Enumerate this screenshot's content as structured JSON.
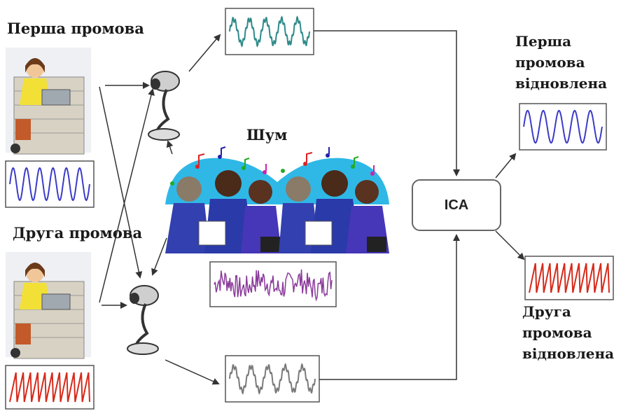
{
  "labels": {
    "first_speech": "Перша промова",
    "second_speech": "Друга промова",
    "noise": "Шум",
    "ica": "ICA",
    "first_recovered": [
      "Перша",
      "промова",
      "відновлена"
    ],
    "second_recovered": [
      "Друга",
      "промова",
      "відновлена"
    ]
  },
  "colors": {
    "blue_wave": "#3b3bc8",
    "red_wave": "#d62a1a",
    "teal_wave": "#2e8a8a",
    "gray_wave": "#7a7a7a",
    "noise_wave": "#8a3a9a",
    "arrow": "#333333"
  }
}
